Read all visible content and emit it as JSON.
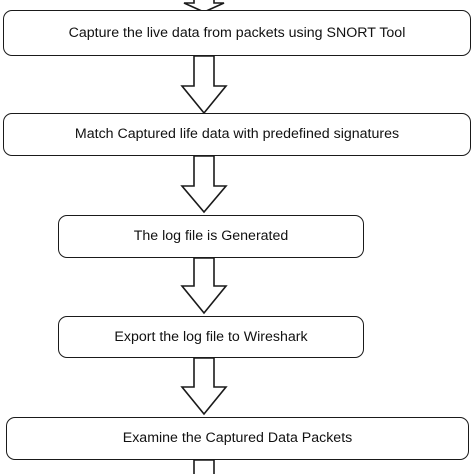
{
  "flowchart": {
    "steps": [
      {
        "label": "Capture the live data from packets using SNORT Tool"
      },
      {
        "label": "Match Captured life data with predefined signatures"
      },
      {
        "label": "The log file is Generated"
      },
      {
        "label": "Export the log file to Wireshark"
      },
      {
        "label": "Examine the Captured Data Packets"
      }
    ],
    "colors": {
      "stroke": "#1a1a1a",
      "fill": "#ffffff",
      "text": "#111111"
    }
  }
}
